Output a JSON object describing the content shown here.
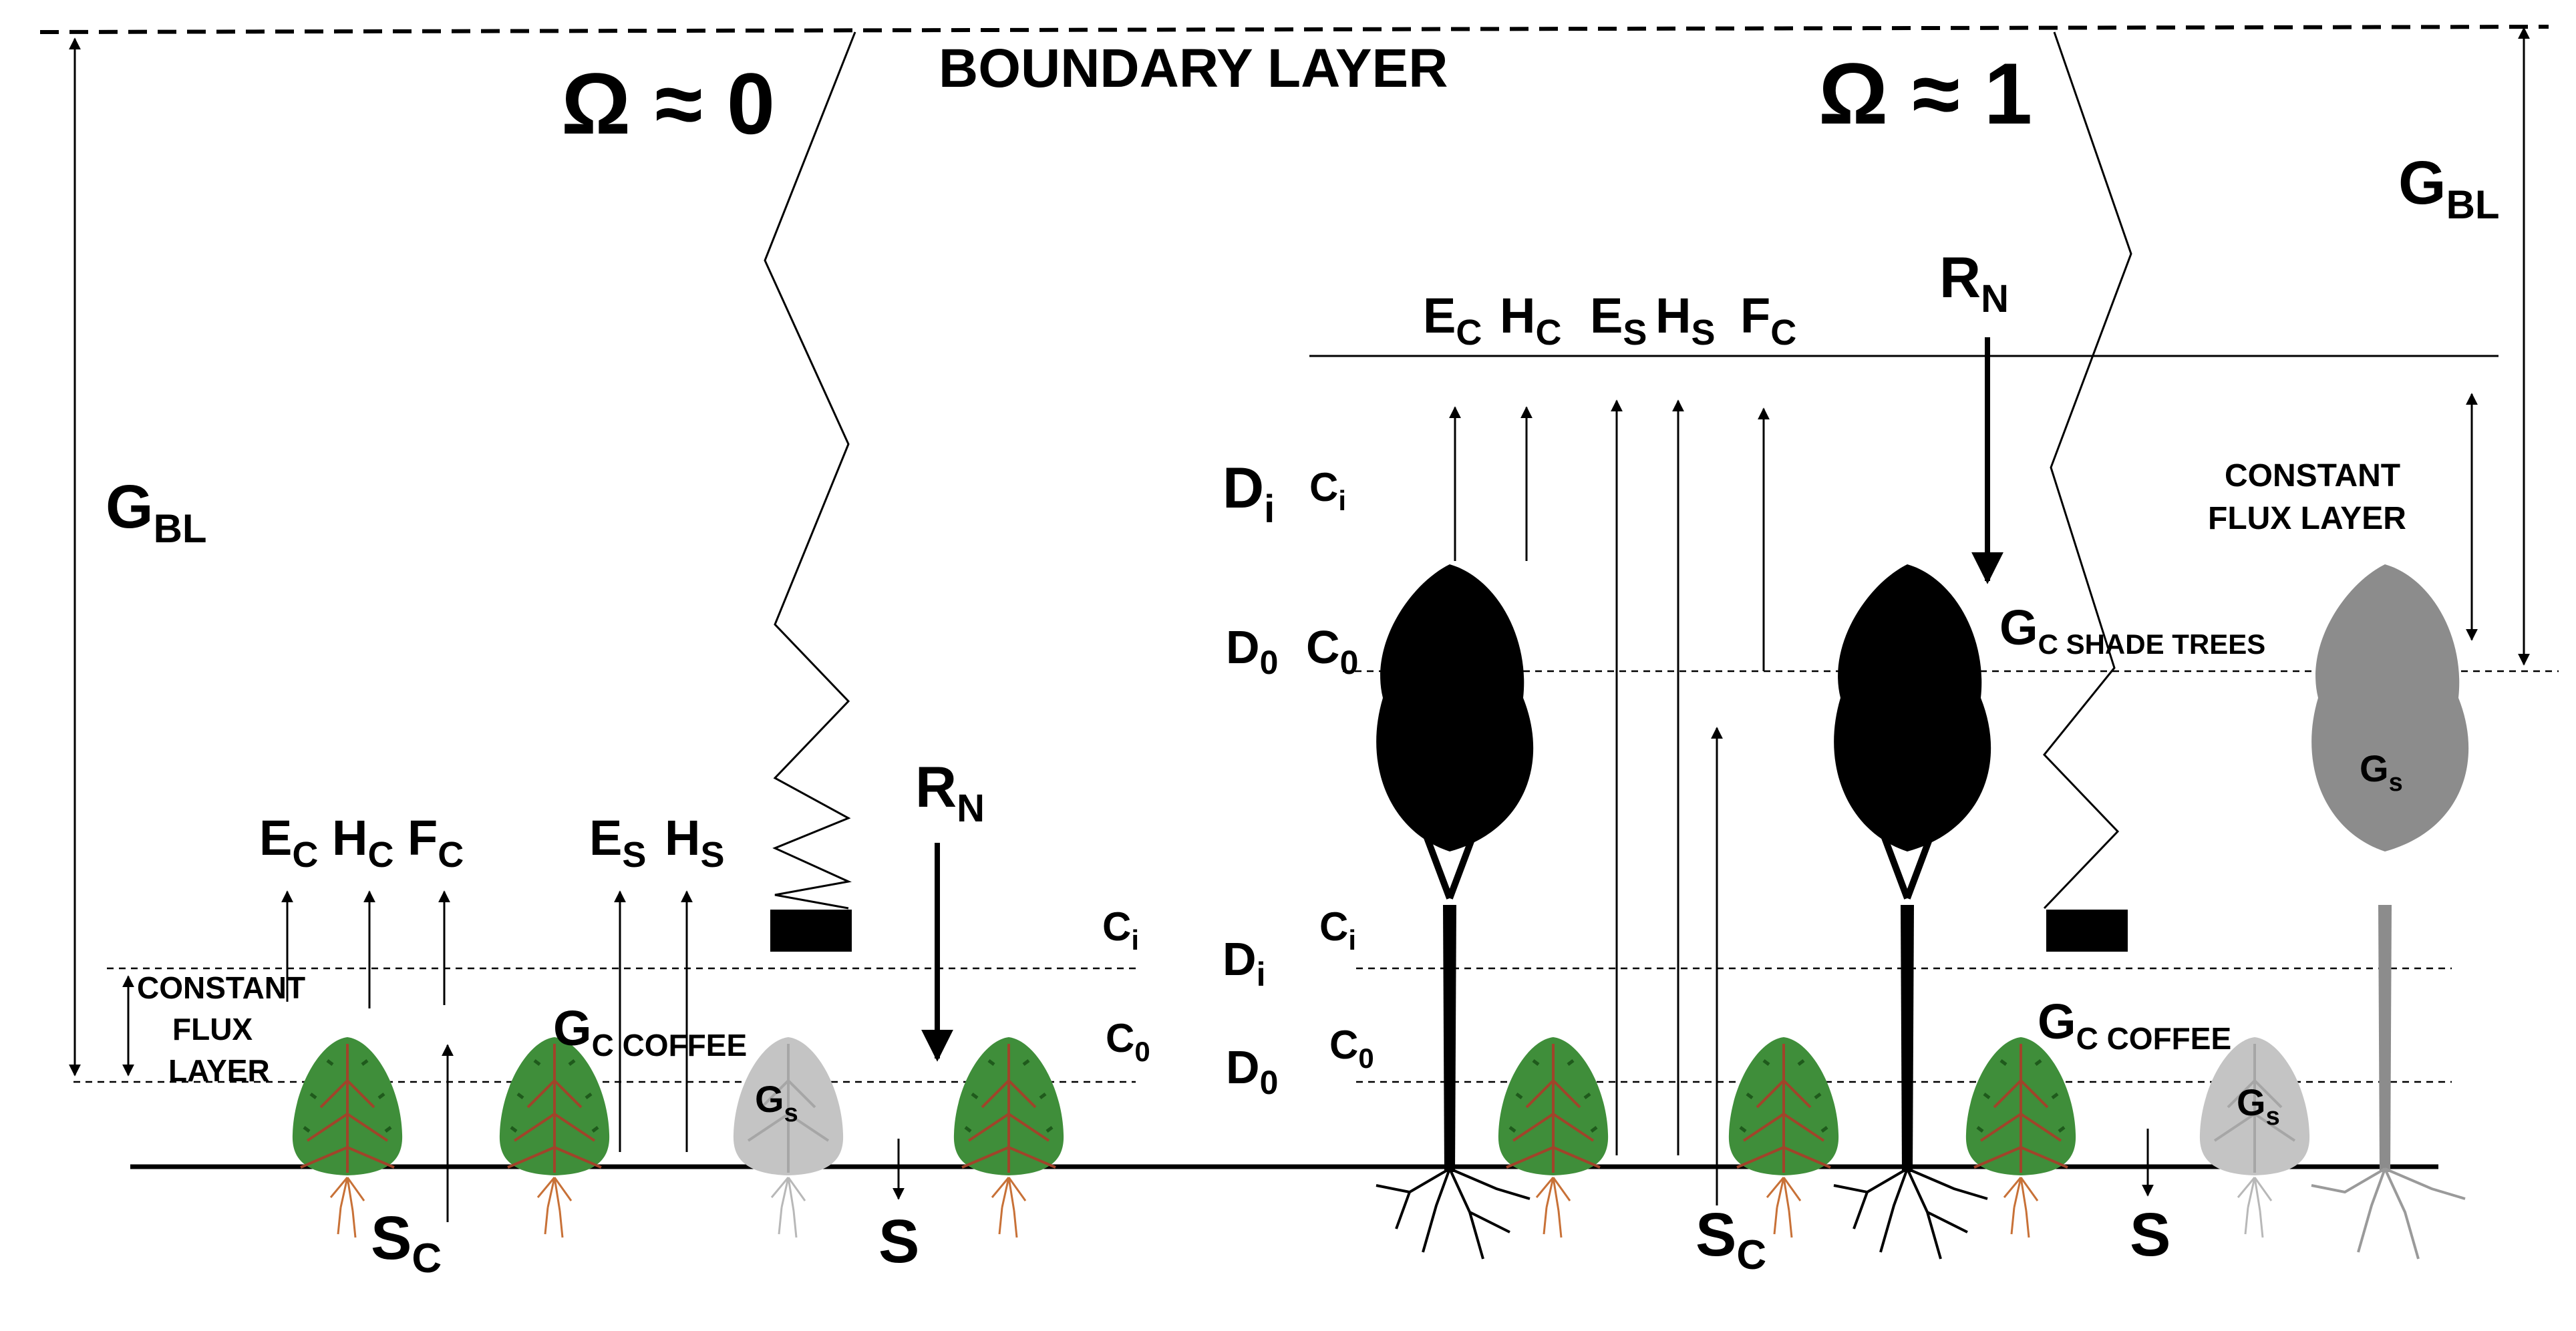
{
  "diagram": {
    "boundary_layer": "BOUNDARY LAYER",
    "left_scenario": {
      "omega": "Ω ≈ 0",
      "g_bl": {
        "main": "G",
        "sub": "BL"
      },
      "constant_flux": [
        "CONSTANT",
        "FLUX",
        "LAYER"
      ],
      "flux_labels": [
        {
          "main": "E",
          "sub": "C"
        },
        {
          "main": "H",
          "sub": "C"
        },
        {
          "main": "F",
          "sub": "C"
        },
        {
          "main": "E",
          "sub": "S"
        },
        {
          "main": "H",
          "sub": "S"
        }
      ],
      "rn": {
        "main": "R",
        "sub": "N"
      },
      "gc_coffee": {
        "main": "G",
        "sub": "C COFFEE"
      },
      "gs": {
        "main": "G",
        "sub": "s"
      },
      "ci": {
        "main": "C",
        "sub": "i"
      },
      "c0": {
        "main": "C",
        "sub": "0"
      },
      "sc": {
        "main": "S",
        "sub": "C"
      },
      "s": "S"
    },
    "right_scenario": {
      "omega": "Ω ≈ 1",
      "g_bl": {
        "main": "G",
        "sub": "BL"
      },
      "constant_flux": [
        "CONSTANT",
        "FLUX LAYER"
      ],
      "flux_labels": [
        {
          "main": "E",
          "sub": "C"
        },
        {
          "main": "H",
          "sub": "C"
        },
        {
          "main": "E",
          "sub": "S"
        },
        {
          "main": "H",
          "sub": "S"
        },
        {
          "main": "F",
          "sub": "C"
        }
      ],
      "rn": {
        "main": "R",
        "sub": "N"
      },
      "di_upper": {
        "main": "D",
        "sub": "i"
      },
      "ci_upper": {
        "main": "C",
        "sub": "i"
      },
      "d0_upper": {
        "main": "D",
        "sub": "0"
      },
      "c0_upper": {
        "main": "C",
        "sub": "0"
      },
      "gc_shade": {
        "main": "G",
        "sub": "C SHADE TREES"
      },
      "gs_tree": {
        "main": "G",
        "sub": "s"
      },
      "ci_lower": {
        "main": "C",
        "sub": "i"
      },
      "di_lower": {
        "main": "D",
        "sub": "i"
      },
      "c0_lower": {
        "main": "C",
        "sub": "0"
      },
      "d0_lower": {
        "main": "D",
        "sub": "0"
      },
      "gc_coffee": {
        "main": "G",
        "sub": "C COFFEE"
      },
      "gs_coffee": {
        "main": "G",
        "sub": "s"
      },
      "sc": {
        "main": "S",
        "sub": "C"
      },
      "s": "S"
    }
  }
}
